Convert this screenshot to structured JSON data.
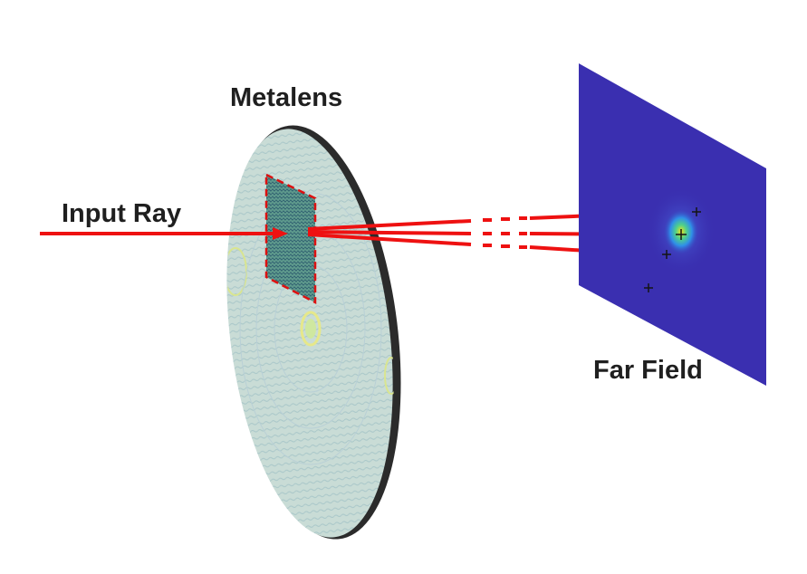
{
  "labels": {
    "metalens": "Metalens",
    "input_ray": "Input Ray",
    "far_field": "Far Field"
  },
  "colors": {
    "ray": "#ee1111",
    "lens_rim": "#2b2b2b",
    "lens_fill": "#c9dcd6",
    "far_field_background": "#3a2fb0",
    "far_field_hotspot": "#f2e41a"
  },
  "icons": {
    "marker": "plus-marker"
  }
}
